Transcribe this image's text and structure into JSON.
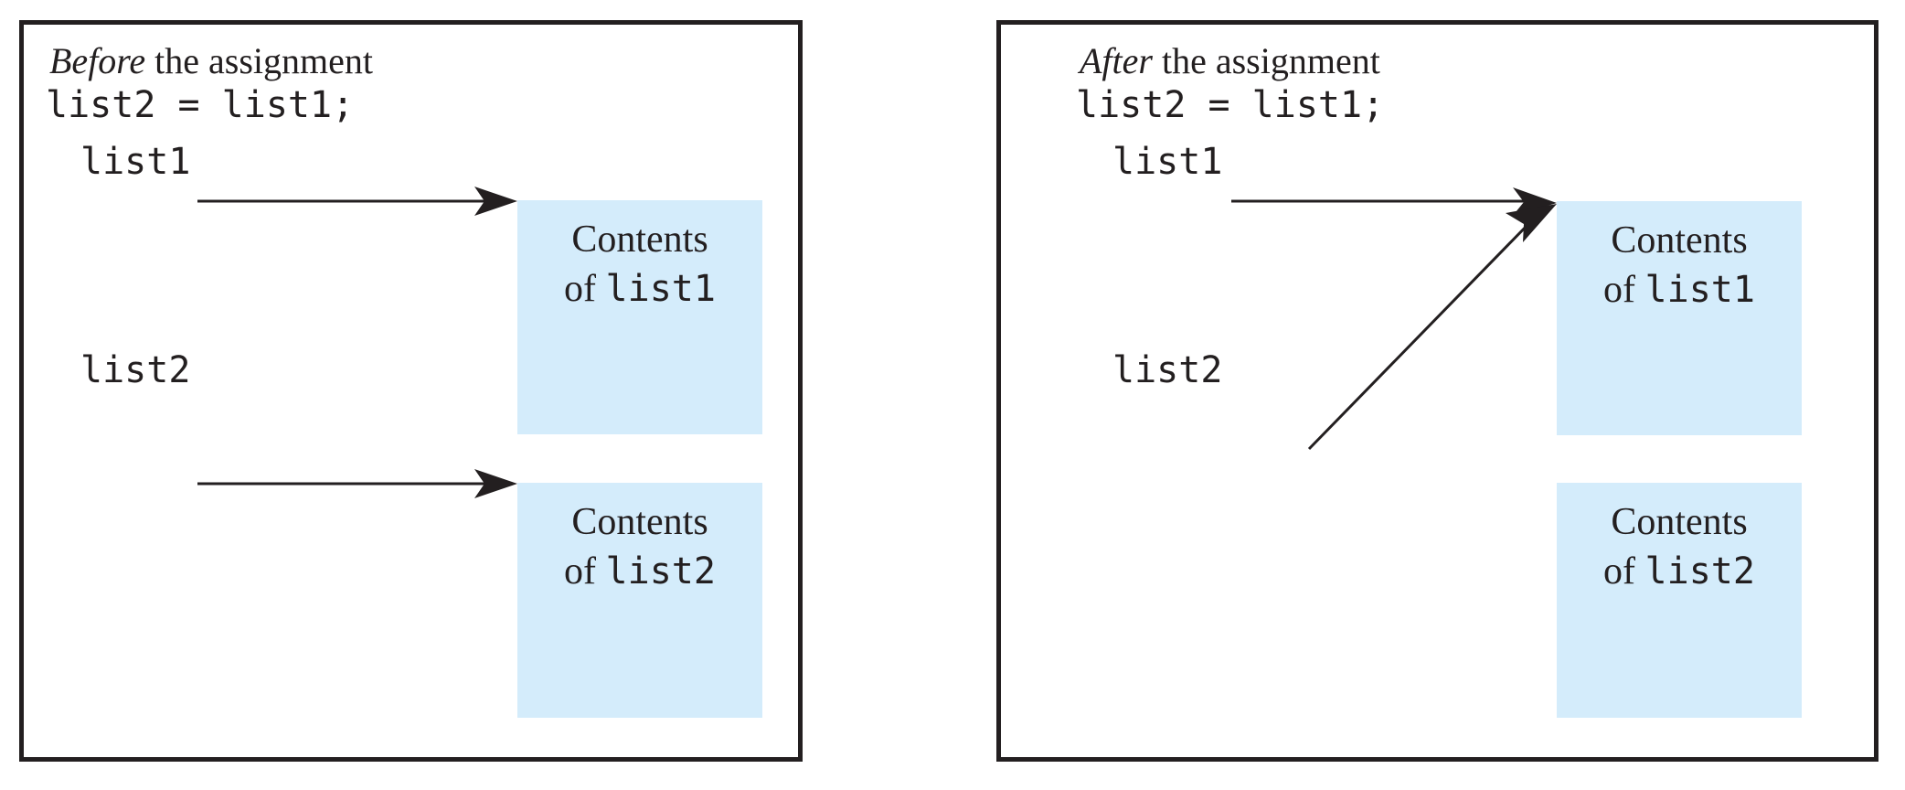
{
  "figure": {
    "type": "diagram",
    "topic": "Reference assignment between two list variables",
    "background_color": "#ffffff",
    "frame_color": "#231f20",
    "block_fill_color": "#d4ecfb",
    "text_color": "#231f20"
  },
  "panels": [
    {
      "id": "before",
      "caption_emphasis": "Before",
      "caption_rest": " the assignment",
      "code": "list2 = list1;",
      "variables": [
        {
          "name": "list1",
          "points_to": "block-list1"
        },
        {
          "name": "list2",
          "points_to": "block-list2"
        }
      ],
      "blocks": [
        {
          "id": "block-list1",
          "line1": "Contents",
          "line2_prefix": "of ",
          "line2_mono": "list1"
        },
        {
          "id": "block-list2",
          "line1": "Contents",
          "line2_prefix": "of ",
          "line2_mono": "list2"
        }
      ],
      "arrows": [
        {
          "from": "list1",
          "to": "block-list1",
          "style": "horizontal"
        },
        {
          "from": "list2",
          "to": "block-list2",
          "style": "horizontal"
        }
      ]
    },
    {
      "id": "after",
      "caption_emphasis": "After",
      "caption_rest": " the assignment",
      "code": "list2 = list1;",
      "variables": [
        {
          "name": "list1",
          "points_to": "block-list1"
        },
        {
          "name": "list2",
          "points_to": "block-list1"
        }
      ],
      "blocks": [
        {
          "id": "block-list1",
          "line1": "Contents",
          "line2_prefix": "of ",
          "line2_mono": "list1"
        },
        {
          "id": "block-list2",
          "line1": "Contents",
          "line2_prefix": "of ",
          "line2_mono": "list2"
        }
      ],
      "arrows": [
        {
          "from": "list1",
          "to": "block-list1",
          "style": "horizontal"
        },
        {
          "from": "list2",
          "to": "block-list1",
          "style": "diagonal"
        }
      ]
    }
  ]
}
